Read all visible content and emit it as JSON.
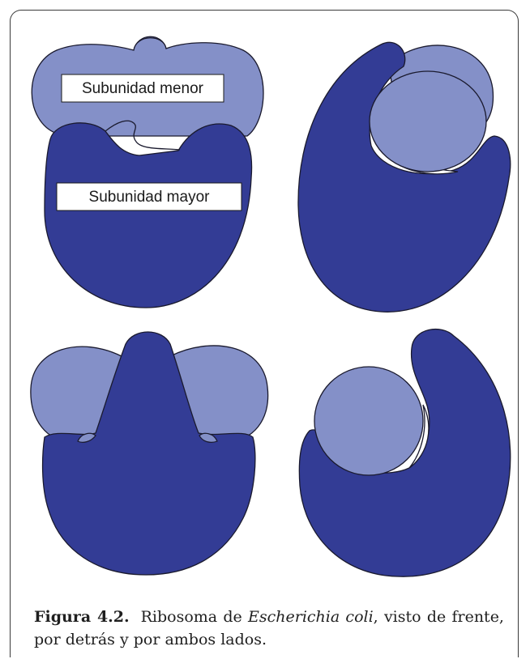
{
  "labels": {
    "small_subunit": "Subunidad menor",
    "large_subunit": "Subunidad mayor"
  },
  "caption": {
    "figure_number": "Figura 4.2.",
    "text_before": "Ribosoma de ",
    "species": "Escherichia coli",
    "text_after": ", visto de frente, por detrás y por ambos lados."
  },
  "colors": {
    "large_subunit": "#333c95",
    "small_subunit": "#8490c8",
    "outline": "#1a1a2e"
  }
}
